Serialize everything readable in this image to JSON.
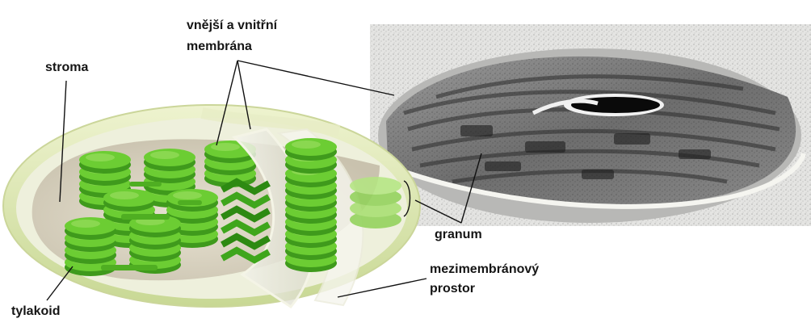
{
  "labels": {
    "outer_inner_membrane_line1": "vnější a vnitřní",
    "outer_inner_membrane_line2": "membrána",
    "stroma": "stroma",
    "granum": "granum",
    "intermembrane_space_line1": "mezimembránový",
    "intermembrane_space_line2": "prostor",
    "thylakoid": "tylakoid"
  },
  "colors": {
    "thylakoid_green": "#5fc22e",
    "thylakoid_light": "#9fe064",
    "stroma_fill": "#ddd6c4",
    "envelope": "#d9e7a8"
  }
}
